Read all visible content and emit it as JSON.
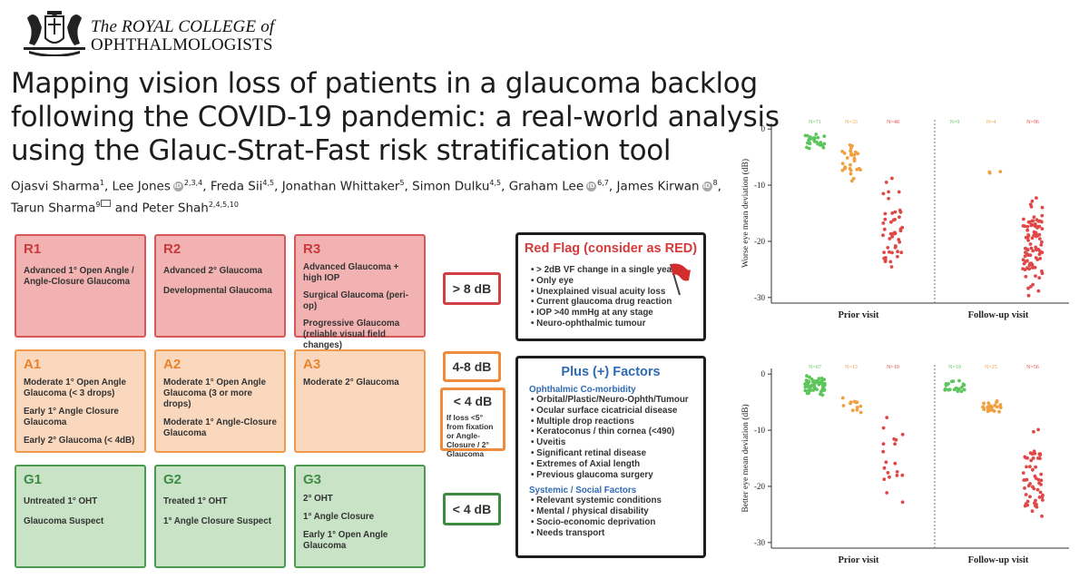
{
  "header": {
    "college_line1": "The ROYAL COLLEGE of",
    "college_line2": "OPHTHALMOLOGISTS"
  },
  "title_lines": [
    "Mapping vision loss of patients in a glaucoma backlog",
    "following the COVID-19 pandemic: a real-world analysis",
    "using the Glauc-Strat-Fast risk stratification tool"
  ],
  "authors": {
    "a1": "Ojasvi Sharma",
    "a1_sup": "1",
    "a2": "Lee Jones",
    "a2_sup": "2,3,4",
    "a3": "Freda Sii",
    "a3_sup": "4,5",
    "a4": "Jonathan Whittaker",
    "a4_sup": "5",
    "a5": "Simon Dulku",
    "a5_sup": "4,5",
    "a6": "Graham Lee",
    "a6_sup": "6,7",
    "a7": "James Kirwan",
    "a7_sup": "8",
    "a8": "Tarun Sharma",
    "a8_sup": "9",
    "a9": "Peter Shah",
    "a9_sup": "2,4,5,10",
    "and": "and"
  },
  "risk_grid": {
    "r1": {
      "code": "R1",
      "items": [
        "Advanced 1° Open Angle / Angle-Closure Glaucoma"
      ]
    },
    "r2": {
      "code": "R2",
      "items": [
        "Advanced 2° Glaucoma",
        "Developmental Glaucoma"
      ]
    },
    "r3": {
      "code": "R3",
      "items": [
        "Advanced Glaucoma + high IOP",
        "Surgical Glaucoma (peri-op)",
        "Progressive Glaucoma (reliable visual field changes)"
      ]
    },
    "a1": {
      "code": "A1",
      "items": [
        "Moderate 1° Open Angle Glaucoma (< 3 drops)",
        "Early 1° Angle Closure Glaucoma",
        "Early 2° Glaucoma (< 4dB)"
      ]
    },
    "a2": {
      "code": "A2",
      "items": [
        "Moderate 1° Open Angle Glaucoma (3 or more drops)",
        "Moderate 1° Angle-Closure Glaucoma"
      ]
    },
    "a3": {
      "code": "A3",
      "items": [
        "Moderate 2° Glaucoma"
      ]
    },
    "g1": {
      "code": "G1",
      "items": [
        "Untreated 1° OHT",
        "Glaucoma Suspect"
      ]
    },
    "g2": {
      "code": "G2",
      "items": [
        "Treated 1° OHT",
        "1° Angle Closure Suspect"
      ]
    },
    "g3": {
      "code": "G3",
      "items": [
        "2° OHT",
        "1° Angle Closure",
        "Early 1° Open Angle Glaucoma"
      ]
    }
  },
  "thresholds": {
    "red": "> 8 dB",
    "amber": "4-8 dB",
    "amber2": "< 4 dB",
    "amber2_note": "If loss <5° from fixation or Angle-Closure / 2° Glaucoma",
    "green": "< 4 dB"
  },
  "red_flag": {
    "title": "Red Flag (consider as RED)",
    "items": [
      "> 2dB VF change in a single year",
      "Only eye",
      "Unexplained visual acuity loss",
      "Current glaucoma drug reaction",
      "IOP >40 mmHg at any stage",
      "Neuro-ophthalmic tumour"
    ],
    "color": "#d63a3a"
  },
  "plus_factors": {
    "title": "Plus (+) Factors",
    "ocular_head": "Ophthalmic Co-morbidity",
    "ocular_items": [
      "Orbital/Plastic/Neuro-Ophth/Tumour",
      "Ocular surface cicatricial disease",
      "Multiple drop reactions",
      "Keratoconus / thin cornea (<490)",
      "Uveitis",
      "Significant retinal disease",
      "Extremes of Axial length",
      "Previous glaucoma surgery"
    ],
    "systemic_head": "Systemic / Social Factors",
    "systemic_items": [
      "Relevant systemic conditions",
      "Mental / physical disability",
      "Socio-economic deprivation",
      "Needs transport"
    ],
    "color": "#2f6ab3"
  },
  "chart_data": [
    {
      "type": "scatter",
      "ylabel": "Worse eye mean deviation (dB)",
      "groups": [
        "Prior visit",
        "Follow-up visit"
      ],
      "ylim": [
        -31,
        1
      ],
      "yticks": [
        0,
        -10,
        -20,
        -30
      ],
      "series": [
        {
          "group": "Prior visit",
          "risk": "green",
          "n_label": "N=71",
          "center": -2,
          "spread": 1.6,
          "count": 26,
          "color": "#5cc55c"
        },
        {
          "group": "Prior visit",
          "risk": "amber",
          "n_label": "N=33",
          "center": -5.5,
          "spread": 2.4,
          "count": 30,
          "color": "#f0a040"
        },
        {
          "group": "Prior visit",
          "risk": "red",
          "n_label": "N=48",
          "center": -17,
          "spread": 6.5,
          "count": 46,
          "color": "#e04848"
        },
        {
          "group": "Follow-up visit",
          "risk": "green",
          "n_label": "N=9",
          "center": 0,
          "spread": 0,
          "count": 0,
          "color": "#5cc55c"
        },
        {
          "group": "Follow-up visit",
          "risk": "amber",
          "n_label": "N=4",
          "center": -7.6,
          "spread": 0.3,
          "count": 3,
          "color": "#f0a040"
        },
        {
          "group": "Follow-up visit",
          "risk": "red",
          "n_label": "N=96",
          "center": -20,
          "spread": 6.5,
          "count": 95,
          "color": "#e04848"
        }
      ]
    },
    {
      "type": "scatter",
      "ylabel": "Better eye mean deviation (dB)",
      "groups": [
        "Prior visit",
        "Follow-up visit"
      ],
      "ylim": [
        -31,
        1
      ],
      "yticks": [
        0,
        -10,
        -20,
        -30
      ],
      "series": [
        {
          "group": "Prior visit",
          "risk": "green",
          "n_label": "N=67",
          "center": -2,
          "spread": 1.3,
          "count": 55,
          "color": "#5cc55c"
        },
        {
          "group": "Prior visit",
          "risk": "amber",
          "n_label": "N=13",
          "center": -5.5,
          "spread": 1.3,
          "count": 12,
          "color": "#f0a040"
        },
        {
          "group": "Prior visit",
          "risk": "red",
          "n_label": "N=19",
          "center": -15,
          "spread": 5.5,
          "count": 19,
          "color": "#e04848"
        },
        {
          "group": "Follow-up visit",
          "risk": "green",
          "n_label": "N=19",
          "center": -2,
          "spread": 1.2,
          "count": 19,
          "color": "#5cc55c"
        },
        {
          "group": "Follow-up visit",
          "risk": "amber",
          "n_label": "N=25",
          "center": -5.7,
          "spread": 1.1,
          "count": 25,
          "color": "#f0a040"
        },
        {
          "group": "Follow-up visit",
          "risk": "red",
          "n_label": "N=56",
          "center": -18,
          "spread": 6,
          "count": 56,
          "color": "#e04848"
        }
      ]
    }
  ]
}
